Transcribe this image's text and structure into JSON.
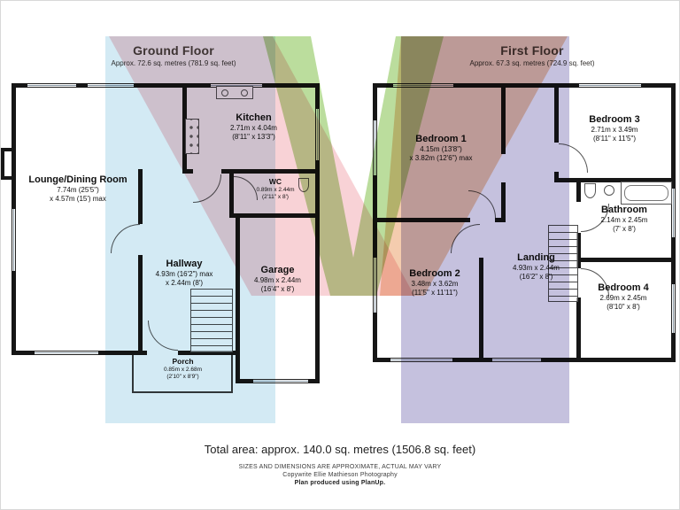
{
  "ground_floor": {
    "title": "Ground Floor",
    "area": "Approx. 72.6 sq. metres (781.9 sq. feet)",
    "rooms": {
      "lounge": {
        "name": "Lounge/Dining Room",
        "dim1": "7.74m (25'5\")",
        "dim2": "x 4.57m (15') max"
      },
      "kitchen": {
        "name": "Kitchen",
        "dim1": "2.71m x 4.04m",
        "dim2": "(8'11\" x 13'3\")"
      },
      "wc": {
        "name": "WC",
        "dim1": "0.89m x 2.44m",
        "dim2": "(2'11\" x 8')"
      },
      "hallway": {
        "name": "Hallway",
        "dim1": "4.93m (16'2\") max",
        "dim2": "x 2.44m (8')"
      },
      "garage": {
        "name": "Garage",
        "dim1": "4.98m x 2.44m",
        "dim2": "(16'4\" x 8')"
      },
      "porch": {
        "name": "Porch",
        "dim1": "0.85m x 2.68m",
        "dim2": "(2'10\" x 8'9\")"
      }
    }
  },
  "first_floor": {
    "title": "First Floor",
    "area": "Approx. 67.3 sq. metres (724.9 sq. feet)",
    "rooms": {
      "bedroom1": {
        "name": "Bedroom 1",
        "dim1": "4.15m (13'8\")",
        "dim2": "x 3.82m (12'6\") max"
      },
      "bedroom3": {
        "name": "Bedroom 3",
        "dim1": "2.71m x 3.49m",
        "dim2": "(8'11\" x 11'5\")"
      },
      "bathroom": {
        "name": "Bathroom",
        "dim1": "2.14m x 2.45m",
        "dim2": "(7' x 8')"
      },
      "landing": {
        "name": "Landing",
        "dim1": "4.93m x 2.44m",
        "dim2": "(16'2\" x 8')"
      },
      "bedroom2": {
        "name": "Bedroom 2",
        "dim1": "3.48m x 3.62m",
        "dim2": "(11'5\" x 11'11\")"
      },
      "bedroom4": {
        "name": "Bedroom 4",
        "dim1": "2.69m x 2.45m",
        "dim2": "(8'10\" x 8')"
      }
    }
  },
  "footer": {
    "total_area": "Total area: approx. 140.0 sq. metres (1506.8 sq. feet)",
    "disclaimer": "SIZES AND DIMENSIONS ARE APPROXIMATE, ACTUAL MAY VARY",
    "copyright": "Copywrite Ellie Mathieson Photography",
    "produced": "Plan produced using PlanUp."
  },
  "watermark_colors": {
    "blue": "#a7d6e9",
    "pink": "#f2a6ad",
    "green": "#82c14b",
    "orange": "#e99a5d",
    "purple": "#7d74b5"
  }
}
